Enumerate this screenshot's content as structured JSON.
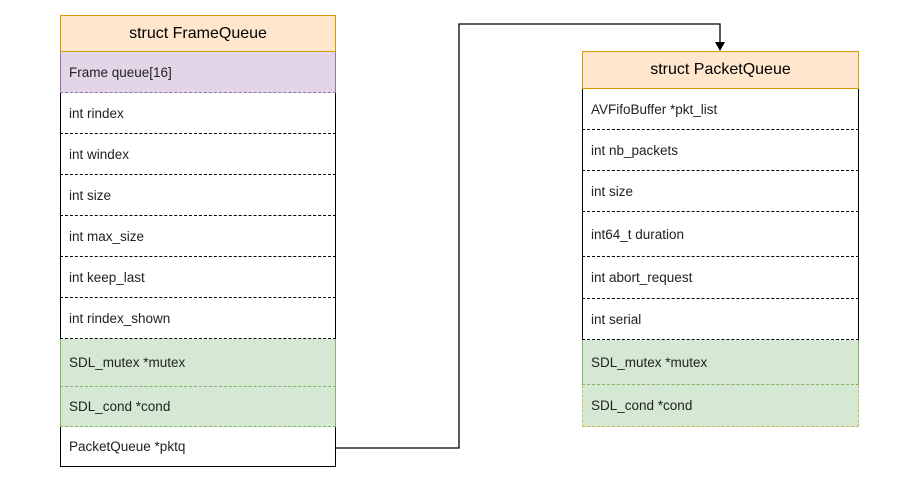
{
  "frame_queue": {
    "title": "struct FrameQueue",
    "fields": [
      "Frame queue[16]",
      "int rindex",
      "int windex",
      "int size",
      "int max_size",
      "int keep_last",
      "int rindex_shown",
      "SDL_mutex *mutex",
      "SDL_cond *cond",
      "PacketQueue *pktq"
    ]
  },
  "packet_queue": {
    "title": "struct PacketQueue",
    "fields": [
      "AVFifoBuffer *pkt_list",
      "int nb_packets",
      "int size",
      "int64_t duration",
      "int abort_request",
      "int serial",
      "SDL_mutex *mutex",
      "SDL_cond *cond"
    ]
  },
  "colors": {
    "header_fill": "#ffe6cc",
    "header_stroke": "#d79b00",
    "purple_fill": "#e1d5e7",
    "green_fill": "#d5e8d4",
    "connector": "#000000"
  }
}
